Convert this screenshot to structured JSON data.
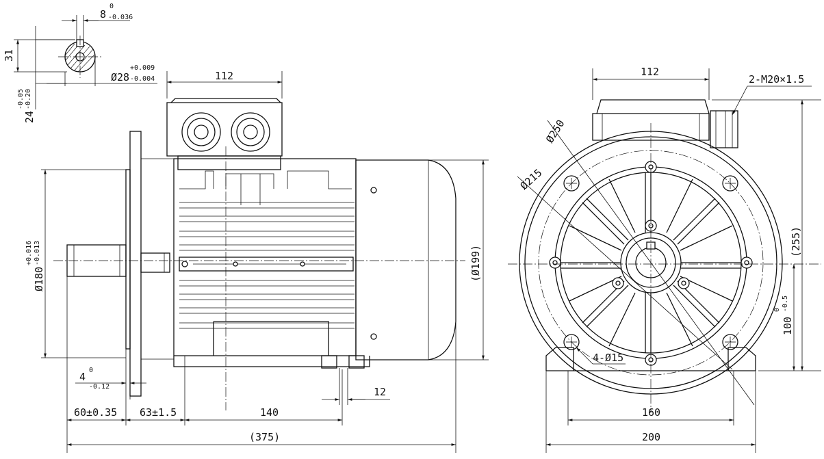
{
  "side_view": {
    "key_width": "8",
    "key_width_tol_upper": "0",
    "key_width_tol_lower": "-0.036",
    "shaft_key_height": "31",
    "shaft_diameter": "Ø28",
    "shaft_diameter_tol_upper": "+0.009",
    "shaft_diameter_tol_lower": "-0.004",
    "shaft_height_dim": "24",
    "shaft_height_tol_upper": "-0.05",
    "shaft_height_tol_lower": "-0.20",
    "terminal_box_width": "112",
    "flange_spigot_diameter": "Ø180",
    "flange_spigot_tol_upper": "+0.016",
    "flange_spigot_tol_lower": "-0.013",
    "body_diameter": "(Ø199)",
    "spigot_depth": "4",
    "spigot_depth_tol_upper": "0",
    "spigot_depth_tol_lower": "-0.12",
    "foot_slot_width": "12",
    "shaft_length": "60±0.35",
    "flange_to_foot": "63±1.5",
    "foot_hole_spacing": "140",
    "overall_length": "(375)"
  },
  "end_view": {
    "terminal_box_width": "112",
    "cable_glands": "2-M20×1.5",
    "flange_outer_diameter": "Ø250",
    "bolt_circle_diameter": "Ø215",
    "flange_holes": "4-Ø15",
    "overall_height": "(255)",
    "shaft_center_height": "100",
    "shaft_center_height_tol_upper": "0",
    "shaft_center_height_tol_lower": "-0.5",
    "foot_hole_span": "160",
    "foot_width": "200"
  }
}
